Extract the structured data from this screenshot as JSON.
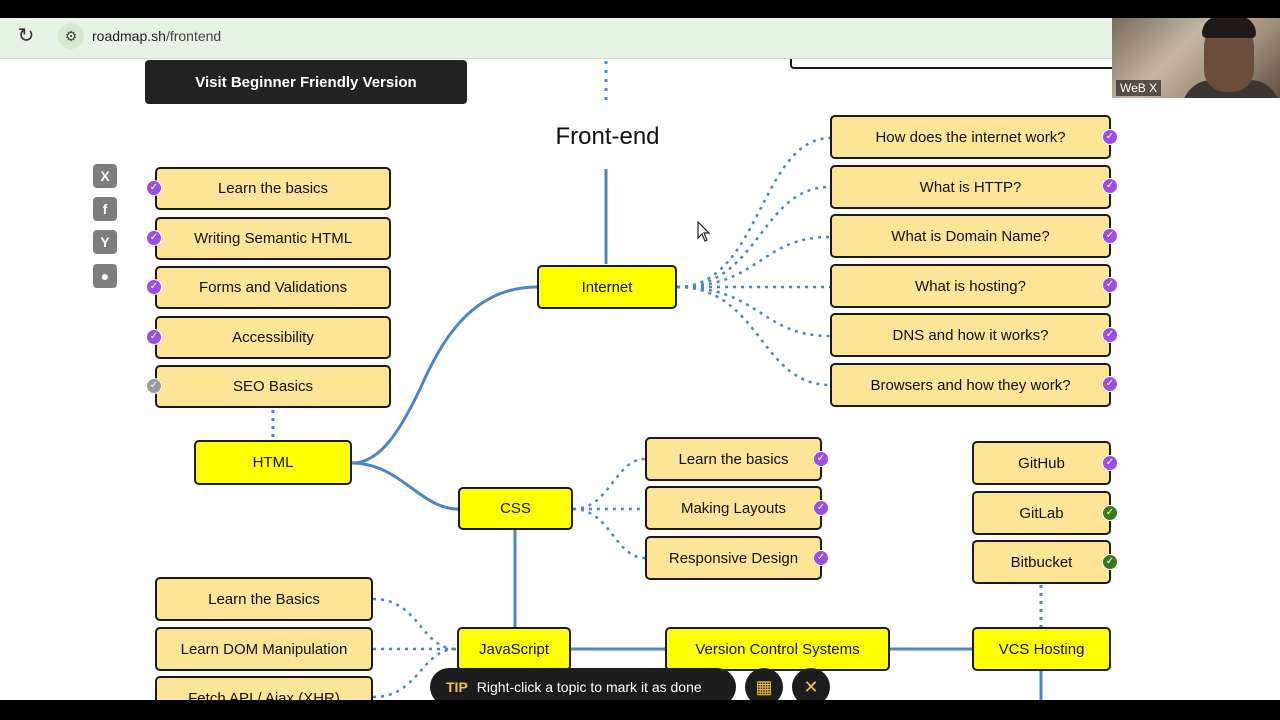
{
  "browser": {
    "reload_icon": "reload-icon",
    "url_host": "roadmap.sh",
    "url_path": "/frontend"
  },
  "header": {
    "beginner_button": "Visit Beginner Friendly Version",
    "title": "Front-end"
  },
  "share_icons": [
    "x-icon",
    "facebook-icon",
    "ycombinator-icon",
    "reddit-icon"
  ],
  "colors": {
    "topic": "#fde597",
    "main": "#ffff00",
    "done_purple": "#9a4fe0",
    "done_green": "#3a7a1c",
    "pending_grey": "#9b9b9b",
    "link": "#4a86c5"
  },
  "main_nodes": {
    "internet": "Internet",
    "html": "HTML",
    "css": "CSS",
    "javascript": "JavaScript",
    "vcs": "Version Control Systems",
    "vcs_hosting": "VCS Hosting"
  },
  "internet_topics": [
    {
      "label": "How does the internet work?",
      "status": "purple"
    },
    {
      "label": "What is HTTP?",
      "status": "purple"
    },
    {
      "label": "What is Domain Name?",
      "status": "purple"
    },
    {
      "label": "What is hosting?",
      "status": "purple"
    },
    {
      "label": "DNS and how it works?",
      "status": "purple"
    },
    {
      "label": "Browsers and how they work?",
      "status": "purple"
    }
  ],
  "html_topics": [
    {
      "label": "Learn the basics",
      "status": "purple"
    },
    {
      "label": "Writing Semantic HTML",
      "status": "purple"
    },
    {
      "label": "Forms and Validations",
      "status": "purple"
    },
    {
      "label": "Accessibility",
      "status": "purple"
    },
    {
      "label": "SEO Basics",
      "status": "grey"
    }
  ],
  "css_topics": [
    {
      "label": "Learn the basics",
      "status": "purple"
    },
    {
      "label": "Making Layouts",
      "status": "purple"
    },
    {
      "label": "Responsive Design",
      "status": "purple"
    }
  ],
  "hosting_topics": [
    {
      "label": "GitHub",
      "status": "purple"
    },
    {
      "label": "GitLab",
      "status": "green"
    },
    {
      "label": "Bitbucket",
      "status": "green"
    }
  ],
  "js_topics": [
    "Learn the Basics",
    "Learn DOM Manipulation",
    "Fetch API / Ajax (XHR)"
  ],
  "tip": {
    "label": "TIP",
    "text": "Right-click a topic to mark it as done"
  },
  "webcam": {
    "label": "WeB X"
  }
}
